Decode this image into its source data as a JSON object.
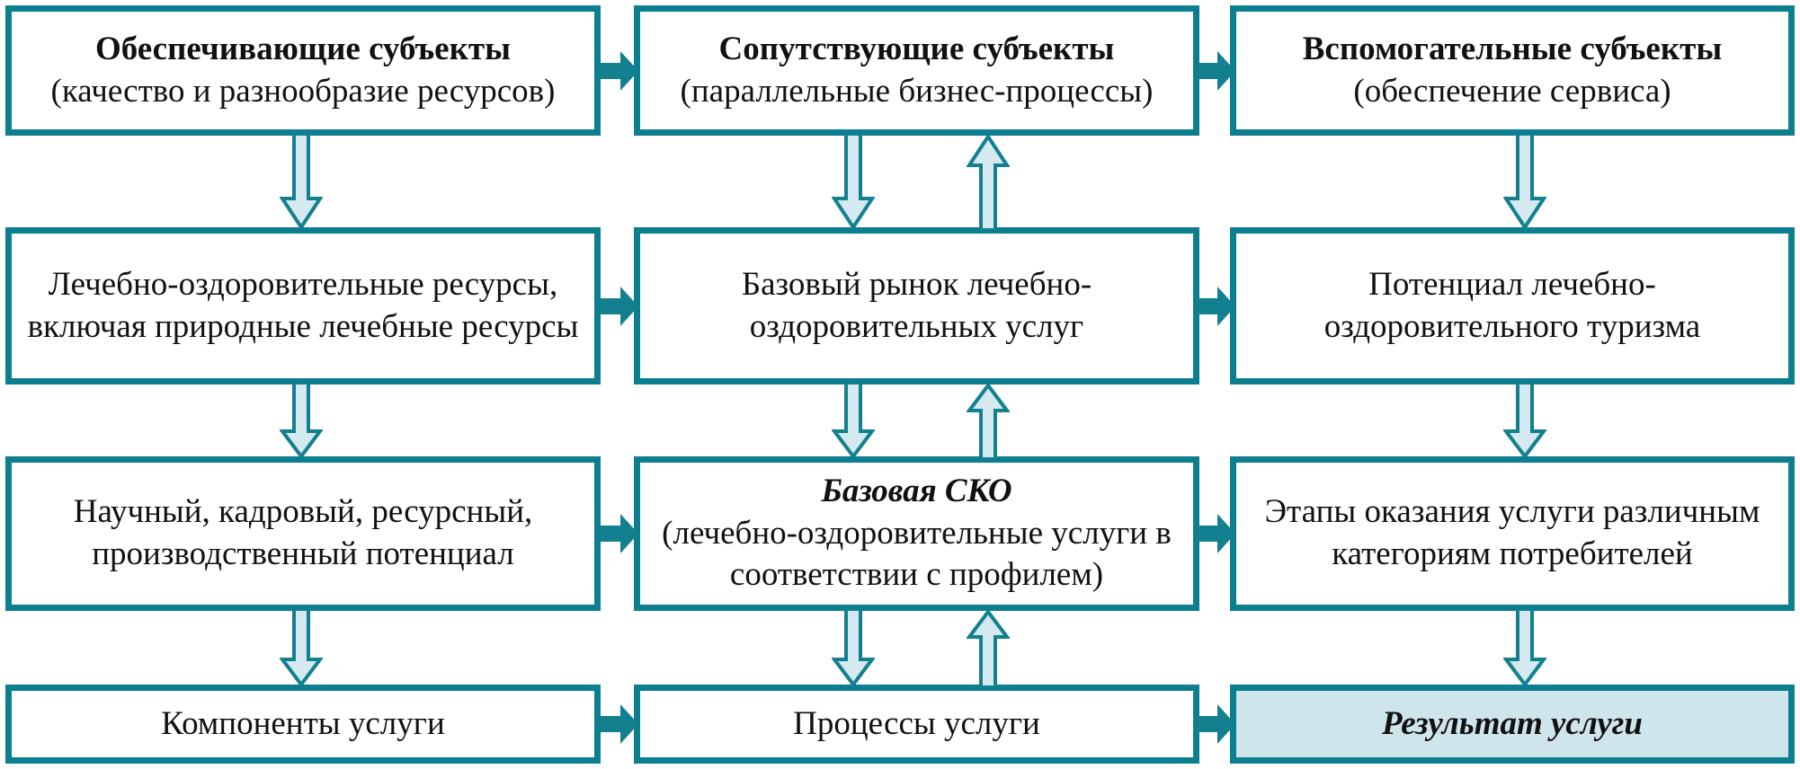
{
  "palette": {
    "border_teal": "#0b7e8f",
    "arrow_teal": "#13808f",
    "soft_fill": "#cfe5ec",
    "vert_arrow_fill": "#d5e9f0",
    "text": "#111111",
    "page_bg": "#ffffff"
  },
  "diagram": {
    "type": "flow-matrix",
    "columns": 3,
    "rows": 4,
    "column_titles": [
      "Обеспечивающие субъекты",
      "Сопутствующие субъекты",
      "Вспомогательные субъекты"
    ],
    "cells": [
      {
        "row": 1,
        "col": 1,
        "title": "Обеспечивающие субъекты",
        "subtitle": "(качество и разнообразие ресурсов)",
        "emphasis": "bold",
        "filled": false
      },
      {
        "row": 1,
        "col": 2,
        "title": "Сопутствующие субъекты",
        "subtitle": "(параллельные бизнес-процессы)",
        "emphasis": "bold",
        "filled": false
      },
      {
        "row": 1,
        "col": 3,
        "title": "Вспомогательные субъекты",
        "subtitle": "(обеспечение сервиса)",
        "emphasis": "bold",
        "filled": false
      },
      {
        "row": 2,
        "col": 1,
        "title": "",
        "subtitle": "Лечебно-оздоровительные ресурсы, включая природные лечебные ресурсы",
        "emphasis": "regular",
        "filled": false
      },
      {
        "row": 2,
        "col": 2,
        "title": "",
        "subtitle": "Базовый рынок лечебно-оздоровительных услуг",
        "emphasis": "regular",
        "filled": false
      },
      {
        "row": 2,
        "col": 3,
        "title": "",
        "subtitle": "Потенциал лечебно-оздоровительного туризма",
        "emphasis": "regular",
        "filled": false
      },
      {
        "row": 3,
        "col": 1,
        "title": "",
        "subtitle": "Научный, кадровый, ресурсный, производственный потенциал",
        "emphasis": "regular",
        "filled": false
      },
      {
        "row": 3,
        "col": 2,
        "title": "Базовая СКО",
        "subtitle": "(лечебно-оздоровительные услуги в соответствии с профилем)",
        "emphasis": "bold-italic",
        "filled": false
      },
      {
        "row": 3,
        "col": 3,
        "title": "",
        "subtitle": "Этапы оказания услуги различным категориям потребителей",
        "emphasis": "regular",
        "filled": false
      },
      {
        "row": 4,
        "col": 1,
        "title": "",
        "subtitle": "Компоненты услуги",
        "emphasis": "regular",
        "filled": false
      },
      {
        "row": 4,
        "col": 2,
        "title": "",
        "subtitle": "Процессы услуги",
        "emphasis": "regular",
        "filled": false
      },
      {
        "row": 4,
        "col": 3,
        "title": "Результат услуги",
        "subtitle": "",
        "emphasis": "bold-italic",
        "filled": true
      }
    ],
    "connectors": {
      "horizontal_right": [
        {
          "row": 1,
          "from_col": 1,
          "to_col": 2,
          "style": "solid-teal"
        },
        {
          "row": 1,
          "from_col": 2,
          "to_col": 3,
          "style": "solid-teal"
        },
        {
          "row": 2,
          "from_col": 1,
          "to_col": 2,
          "style": "solid-teal"
        },
        {
          "row": 2,
          "from_col": 2,
          "to_col": 3,
          "style": "solid-teal"
        },
        {
          "row": 3,
          "from_col": 1,
          "to_col": 2,
          "style": "solid-teal"
        },
        {
          "row": 3,
          "from_col": 2,
          "to_col": 3,
          "style": "solid-teal"
        },
        {
          "row": 4,
          "from_col": 1,
          "to_col": 2,
          "style": "solid-teal"
        },
        {
          "row": 4,
          "from_col": 2,
          "to_col": 3,
          "style": "solid-teal"
        }
      ],
      "vertical_down": [
        {
          "col": 1,
          "from_row": 1,
          "to_row": 2,
          "style": "outlined-lightblue"
        },
        {
          "col": 2,
          "from_row": 1,
          "to_row": 2,
          "style": "outlined-lightblue"
        },
        {
          "col": 3,
          "from_row": 1,
          "to_row": 2,
          "style": "outlined-lightblue"
        },
        {
          "col": 1,
          "from_row": 2,
          "to_row": 3,
          "style": "outlined-lightblue"
        },
        {
          "col": 2,
          "from_row": 2,
          "to_row": 3,
          "style": "outlined-lightblue"
        },
        {
          "col": 3,
          "from_row": 2,
          "to_row": 3,
          "style": "outlined-lightblue"
        },
        {
          "col": 1,
          "from_row": 3,
          "to_row": 4,
          "style": "outlined-lightblue"
        },
        {
          "col": 2,
          "from_row": 3,
          "to_row": 4,
          "style": "outlined-lightblue"
        },
        {
          "col": 3,
          "from_row": 3,
          "to_row": 4,
          "style": "outlined-lightblue"
        }
      ],
      "vertical_up": [
        {
          "col": 2,
          "from_row": 2,
          "to_row": 1,
          "style": "outlined-lightblue"
        },
        {
          "col": 2,
          "from_row": 3,
          "to_row": 2,
          "style": "outlined-lightblue"
        },
        {
          "col": 2,
          "from_row": 4,
          "to_row": 3,
          "style": "outlined-lightblue"
        }
      ]
    }
  }
}
